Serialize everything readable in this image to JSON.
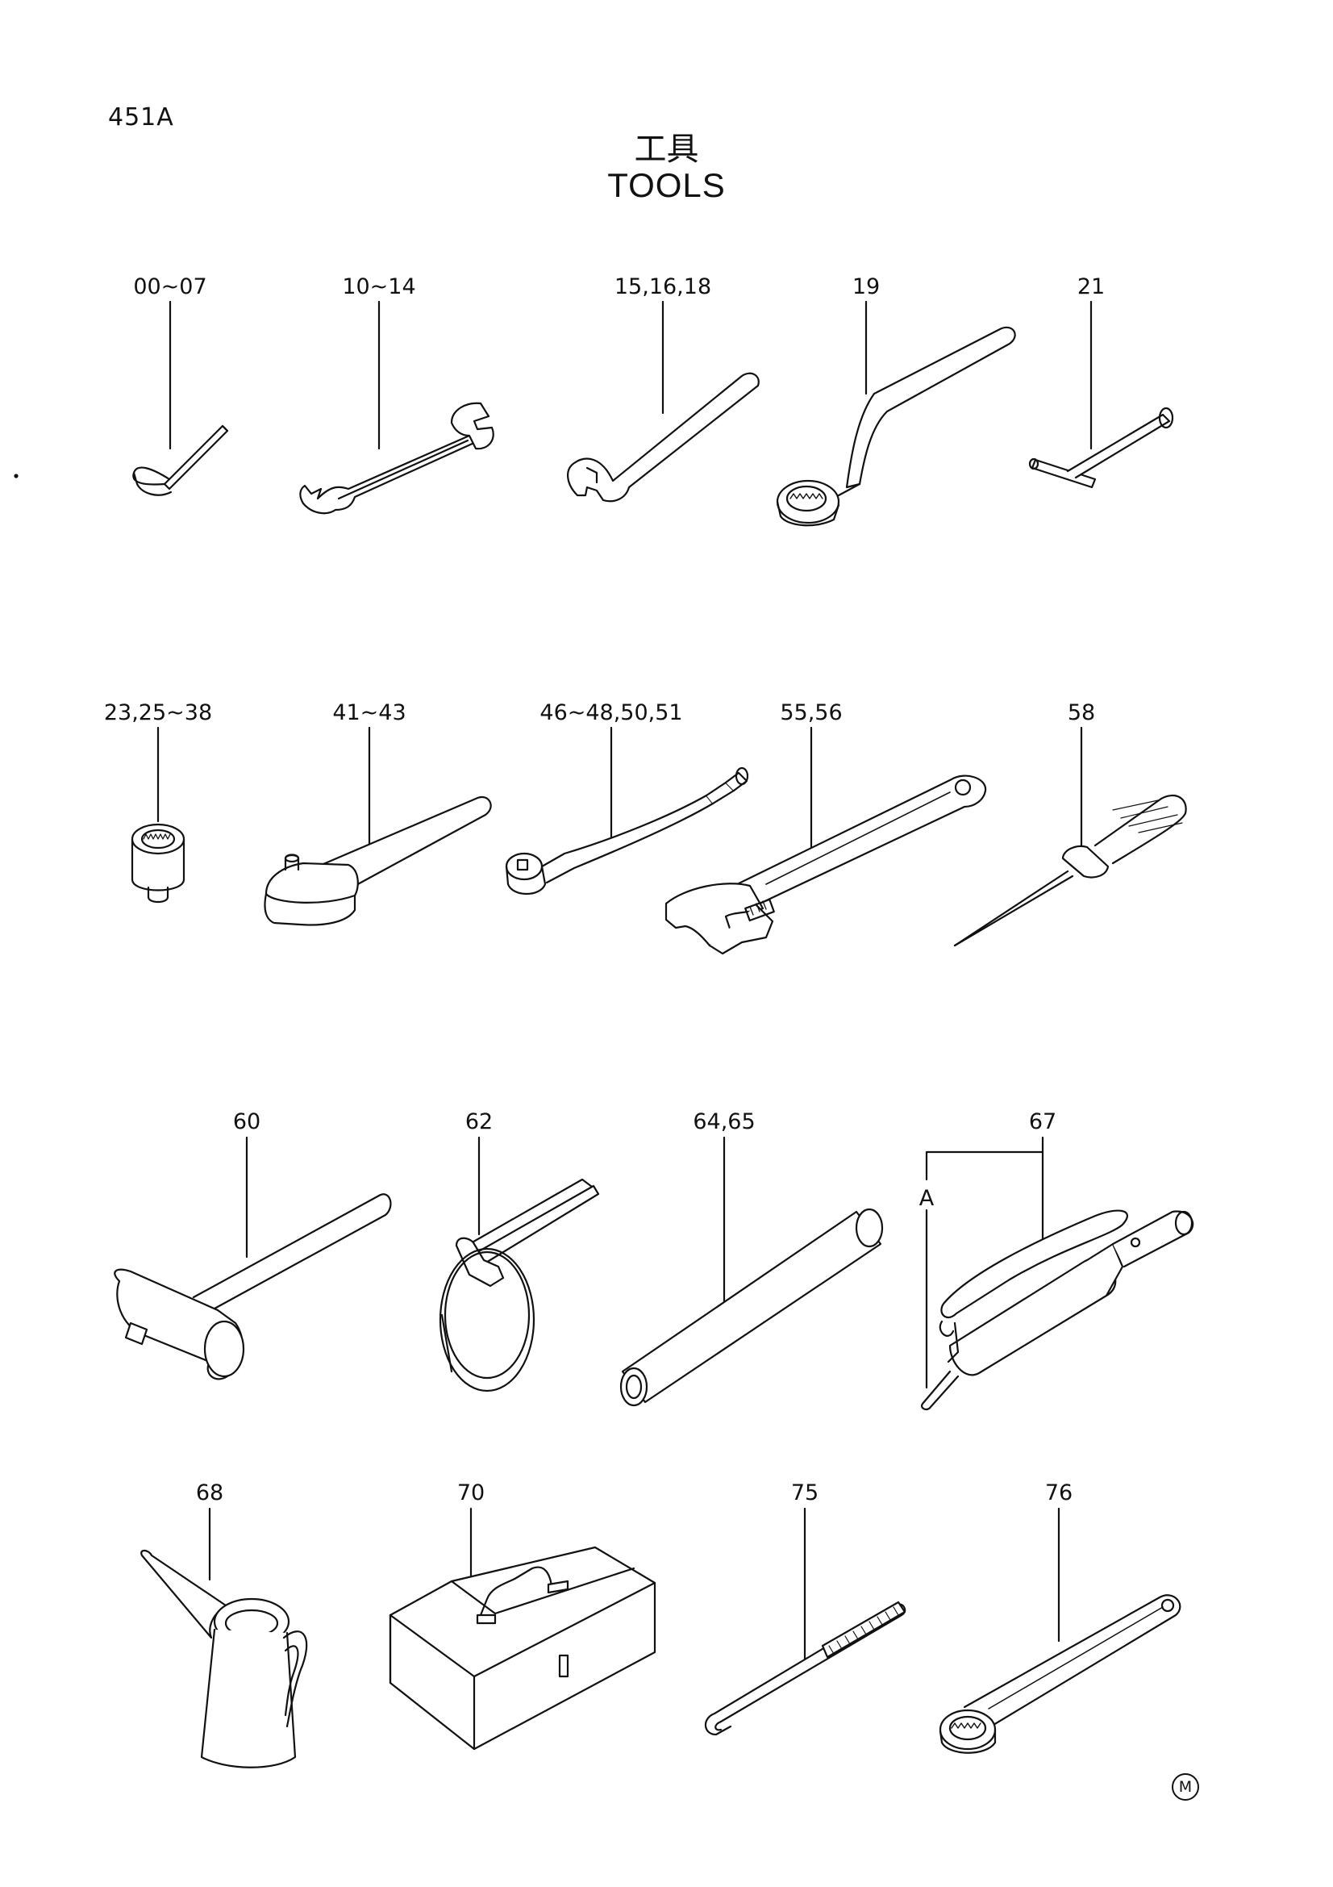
{
  "page": {
    "page_id": "451A",
    "title_jp": "工具",
    "title_en": "TOOLS",
    "mark": "M"
  },
  "callouts": [
    {
      "key": "hex-key",
      "label": "00~07"
    },
    {
      "key": "open-wrench-double",
      "label": "10~14"
    },
    {
      "key": "open-wrench-single",
      "label": "15,16,18"
    },
    {
      "key": "offset-ring-wrench",
      "label": "19"
    },
    {
      "key": "t-socket-wrench",
      "label": "21"
    },
    {
      "key": "socket",
      "label": "23,25~38"
    },
    {
      "key": "ratchet-handle",
      "label": "41~43"
    },
    {
      "key": "extension-bar",
      "label": "46~48,50,51"
    },
    {
      "key": "adjustable-wrench",
      "label": "55,56"
    },
    {
      "key": "screwdriver",
      "label": "58"
    },
    {
      "key": "hammer",
      "label": "60"
    },
    {
      "key": "filter-wrench",
      "label": "62"
    },
    {
      "key": "pipe",
      "label": "64,65"
    },
    {
      "key": "grease-gun",
      "label": "67"
    },
    {
      "key": "oil-can",
      "label": "68"
    },
    {
      "key": "tool-box",
      "label": "70"
    },
    {
      "key": "hook-rod",
      "label": "75"
    },
    {
      "key": "ring-wrench",
      "label": "76"
    }
  ],
  "grease_gun_detail_label": "A",
  "icons": [
    "hex-key-icon",
    "open-end-wrench-icon",
    "ring-wrench-icon",
    "t-wrench-icon",
    "socket-icon",
    "ratchet-icon",
    "extension-bar-icon",
    "adjustable-wrench-icon",
    "screwdriver-icon",
    "hammer-icon",
    "filter-wrench-icon",
    "pipe-icon",
    "grease-gun-icon",
    "oil-can-icon",
    "tool-box-icon",
    "hook-rod-icon"
  ]
}
